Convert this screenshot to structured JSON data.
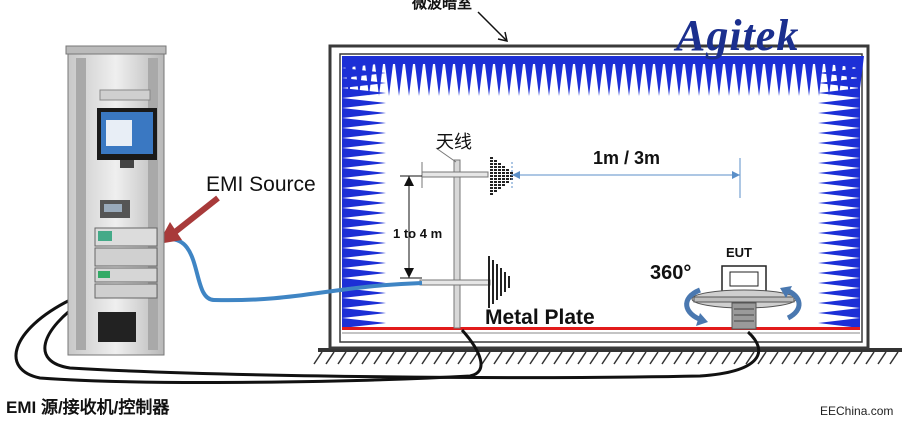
{
  "labels": {
    "chamber": "微波暗室",
    "brand": "Agitek",
    "antenna": "天线",
    "distance": "1m / 3m",
    "height": "1 to 4 m",
    "emi_source": "EMI Source",
    "eut": "EUT",
    "rotation": "360°",
    "metal_plate": "Metal Plate",
    "system": "EMI 源/接收机/控制器",
    "credit": "EEChina.com"
  },
  "colors": {
    "absorber": "#1c2fd6",
    "chamber_wall": "#3a3a3a",
    "floor_plate": "#e21b1b",
    "cable": "#3f85c4",
    "pointer_arrow": "#a83a3a",
    "rotation_arrow": "#4a78b0",
    "brand": "#1b2f8e",
    "dimension_line": "#5b8fc8"
  }
}
